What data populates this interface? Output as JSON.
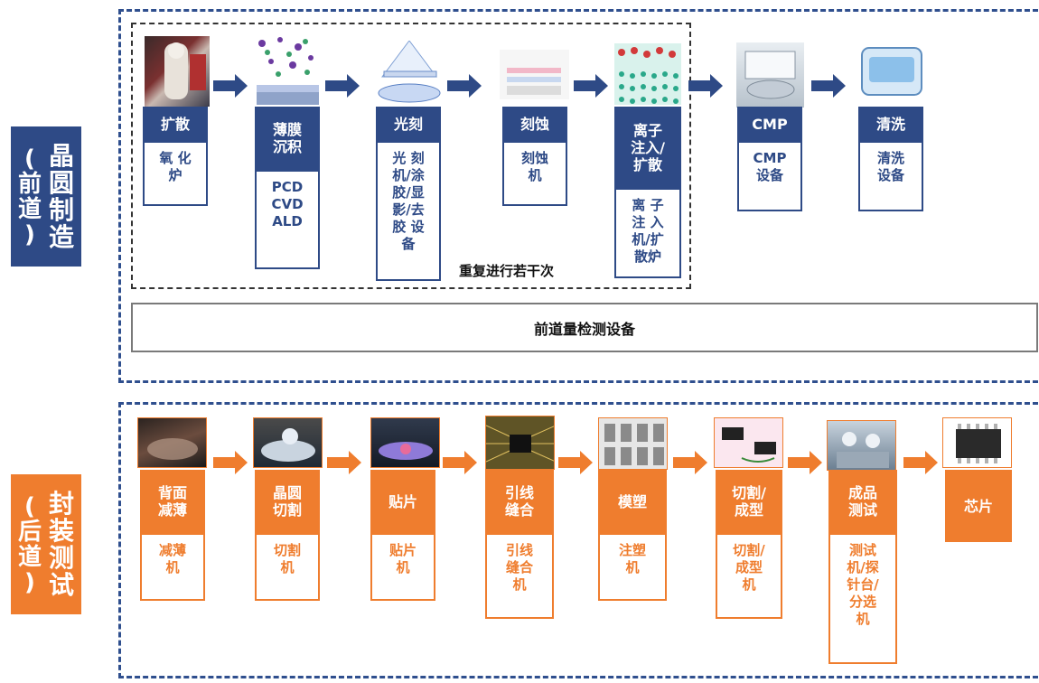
{
  "front_label": {
    "line1": "晶圆制造",
    "line2": "（前道）"
  },
  "back_label": {
    "line1": "封装测试",
    "line2": "（后道）"
  },
  "repeat_label": "重复进行若干次",
  "metrology_label": "前道量检测设备",
  "colors": {
    "front": "#2e4a86",
    "back": "#ef7d2e",
    "frame": "#2f4f8e"
  },
  "front_steps": [
    {
      "head": "扩散",
      "equip": [
        "氧 化",
        "炉"
      ]
    },
    {
      "head": "薄膜\n沉积",
      "equip": [
        "PCD",
        "CVD",
        "ALD"
      ]
    },
    {
      "head": "光刻",
      "equip": [
        "光 刻",
        "机/涂",
        "胶/显",
        "影/去",
        "胶 设",
        "备"
      ]
    },
    {
      "head": "刻蚀",
      "equip": [
        "刻蚀",
        "机"
      ]
    },
    {
      "head": "离子\n注入/\n扩散",
      "equip": [
        "离 子",
        "注 入",
        "机/扩",
        "散炉"
      ]
    },
    {
      "head": "CMP",
      "equip": [
        "CMP",
        "设备"
      ]
    },
    {
      "head": "清洗",
      "equip": [
        "清洗",
        "设备"
      ]
    }
  ],
  "back_steps": [
    {
      "head": "背面\n减薄",
      "equip": [
        "减薄",
        "机"
      ]
    },
    {
      "head": "晶圆\n切割",
      "equip": [
        "切割",
        "机"
      ]
    },
    {
      "head": "贴片",
      "equip": [
        "贴片",
        "机"
      ]
    },
    {
      "head": "引线\n缝合",
      "equip": [
        "引线",
        "缝合",
        "机"
      ]
    },
    {
      "head": "模塑",
      "equip": [
        "注塑",
        "机"
      ]
    },
    {
      "head": "切割/\n成型",
      "equip": [
        "切割/",
        "成型",
        "机"
      ]
    },
    {
      "head": "成品\n测试",
      "equip": [
        "测试",
        "机/探",
        "针台/",
        "分选",
        "机"
      ]
    },
    {
      "head": "芯片",
      "equip": []
    }
  ]
}
